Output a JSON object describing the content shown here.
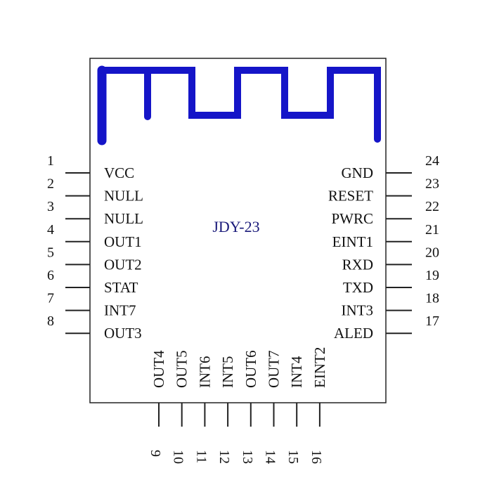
{
  "chip": {
    "name": "JDY-23",
    "name_color": "#1a1a7a",
    "antenna_color": "#1515c8",
    "outline_color": "#222222"
  },
  "left_pins": [
    {
      "num": "1",
      "label": "VCC"
    },
    {
      "num": "2",
      "label": "NULL"
    },
    {
      "num": "3",
      "label": "NULL"
    },
    {
      "num": "4",
      "label": "OUT1"
    },
    {
      "num": "5",
      "label": "OUT2"
    },
    {
      "num": "6",
      "label": "STAT"
    },
    {
      "num": "7",
      "label": "INT7"
    },
    {
      "num": "8",
      "label": "OUT3"
    }
  ],
  "right_pins": [
    {
      "num": "24",
      "label": "GND"
    },
    {
      "num": "23",
      "label": "RESET"
    },
    {
      "num": "22",
      "label": "PWRC"
    },
    {
      "num": "21",
      "label": "EINT1"
    },
    {
      "num": "20",
      "label": "RXD"
    },
    {
      "num": "19",
      "label": "TXD"
    },
    {
      "num": "18",
      "label": "INT3"
    },
    {
      "num": "17",
      "label": "ALED"
    }
  ],
  "bottom_pins": [
    {
      "num": "9",
      "label": "OUT4"
    },
    {
      "num": "10",
      "label": "OUT5"
    },
    {
      "num": "11",
      "label": "INT6"
    },
    {
      "num": "12",
      "label": "INT5"
    },
    {
      "num": "13",
      "label": "OUT6"
    },
    {
      "num": "14",
      "label": "OUT7"
    },
    {
      "num": "15",
      "label": "INT4"
    },
    {
      "num": "16",
      "label": "EINT2"
    }
  ]
}
